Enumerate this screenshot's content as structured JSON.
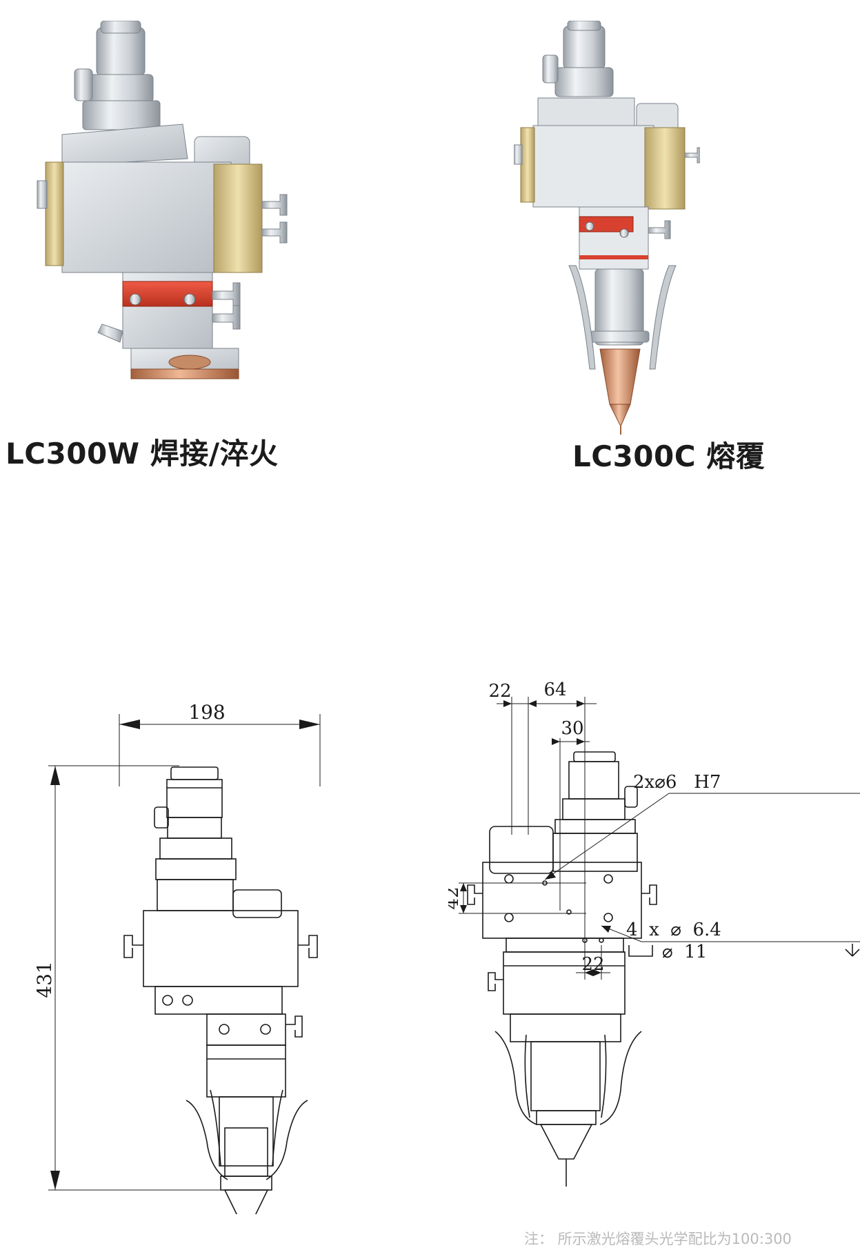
{
  "products": [
    {
      "caption": "LC300W 焊接/淬火"
    },
    {
      "caption": "LC300C 熔覆"
    }
  ],
  "drawing_left": {
    "width_dim": "198",
    "height_dim": "431"
  },
  "drawing_right": {
    "dim_a": "22",
    "dim_b": "64",
    "dim_c": "30",
    "hole_spec_1": "2x⌀6   H7",
    "dim_d": "42",
    "hole_spec_2a": "4  x  ⌀  6.4",
    "hole_spec_2b": "⌀  11",
    "dim_e": "22"
  },
  "note": "注：  所示激光熔覆头光学配比为100:300",
  "colors": {
    "brass": "#d8c58c",
    "aluminum": "#d4d8dc",
    "red_band": "#d8412f",
    "copper": "#c87e57",
    "ink": "#1a1a1a"
  }
}
